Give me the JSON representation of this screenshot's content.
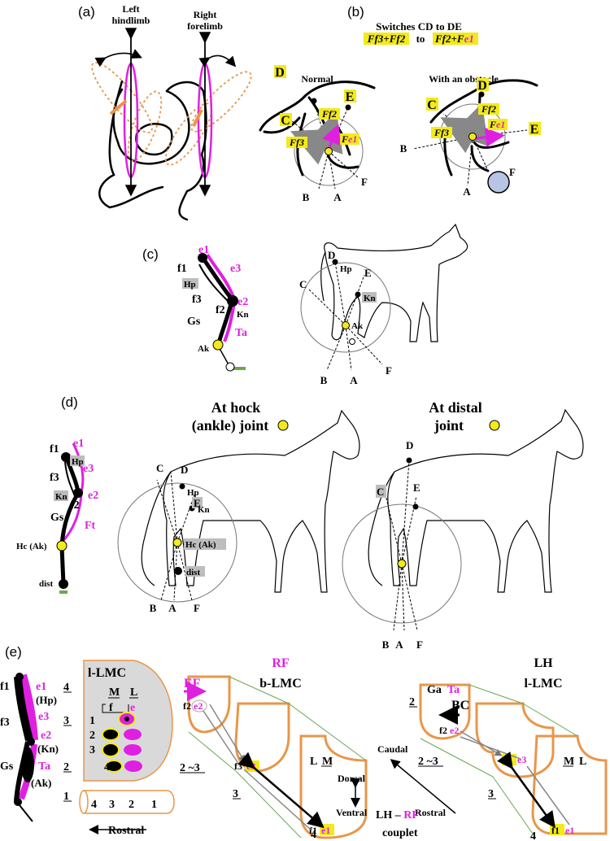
{
  "colors": {
    "magenta": "#e020e0",
    "yellow": "#f3ea1a",
    "orange": "#e8964a",
    "gray_label": "#bdbdbd",
    "green": "#6aa84f",
    "obstacle": "#b7c4e3"
  },
  "panel_a": {
    "label": "(a)",
    "left_title_1": "Left",
    "left_title_2": "hindlimb",
    "right_title_1": "Right",
    "right_title_2": "forelimb"
  },
  "panel_b": {
    "label": "(b)",
    "title": "Switches CD to DE",
    "formula_1": "Ff3+Ff2",
    "formula_to": "to",
    "formula_2a": "Ff2+F",
    "formula_2b": "e1",
    "normal": {
      "title": "Normal",
      "C": "C",
      "D": "D",
      "E": "E",
      "Ff2": "Ff2",
      "Ff3": "Ff3",
      "Fe1a": "F",
      "Fe1b": "e1",
      "A": "A",
      "B": "B",
      "F": "F"
    },
    "obstacle": {
      "title": "With an obstacle",
      "C": "C",
      "D": "D",
      "E": "E",
      "Ff2": "Ff2",
      "Ff3": "Ff3",
      "Fe1a": "F",
      "Fe1b": "e1",
      "A": "A",
      "B": "B",
      "F": "F"
    }
  },
  "panel_c": {
    "label": "(c)",
    "e1": "e1",
    "e2": "e2",
    "e3": "e3",
    "f1": "f1",
    "f3": "f3",
    "f2": "f2",
    "Hp": "Hp",
    "Kn": "Kn",
    "Gs": "Gs",
    "Ta": "Ta",
    "Ak": "Ak",
    "cat": {
      "D": "D",
      "E": "E",
      "C": "C",
      "Hp": "Hp",
      "Kn": "Kn",
      "Ak": "Ak",
      "A": "A",
      "B": "B",
      "F": "F"
    }
  },
  "panel_d": {
    "label": "(d)",
    "e1": "e1",
    "e3": "e3",
    "e2": "e2",
    "f1": "f1",
    "f3": "f3",
    "f2": "f2",
    "Hp": "Hp",
    "Kn": "Kn",
    "Gs": "Gs",
    "Ft": "Ft",
    "Hc": "Hc (Ak)",
    "dist": "dist",
    "hock_title_1": "At hock",
    "hock_title_2": "(ankle) joint",
    "distal_title_1": "At distal",
    "distal_title_2": "joint",
    "horse1": {
      "D": "D",
      "C": "C",
      "Hp": "Hp",
      "E": "E",
      "Kn": "Kn",
      "Hc": "Hc (Ak)",
      "dist": "dist",
      "B": "B",
      "A": "A",
      "F": "F"
    },
    "horse2": {
      "D": "D",
      "C": "C",
      "E": "E",
      "B": "B",
      "A": "A",
      "F": "F"
    }
  },
  "panel_e": {
    "label": "(e)",
    "f1": "f1",
    "e1": "e1",
    "Hp": "(Hp)",
    "f3": "f3",
    "e3": "e3",
    "e2": "e2",
    "Kn": "(Kn)",
    "Gs": "Gs",
    "Ta": "Ta",
    "Ak": "(Ak)",
    "n4": "4",
    "n3": "3",
    "n2": "2",
    "n1": "1",
    "lmc": {
      "title": "l-LMC",
      "M": "M",
      "L": "L",
      "f": "f",
      "e": "e",
      "r1": "1",
      "r2": "2",
      "r3": "3",
      "r4": "4"
    },
    "cyl": {
      "n4": "4",
      "n3": "3",
      "n2": "2",
      "n1": "1",
      "rostral": "Rostral"
    },
    "rf": {
      "EF": "EF",
      "title1": "RF",
      "title2": "b-LMC",
      "f2": "f2",
      "e2": "e2",
      "f3": "f3",
      "e3": "e3",
      "f1": "f1",
      "e1": "e1",
      "L": "L",
      "M": "M",
      "dorsal": "Dorsal",
      "ventral": "Ventral",
      "s23": "2 ~3",
      "s3": "3",
      "s4": "4"
    },
    "lh": {
      "Ga": "Ga",
      "Ta": "Ta",
      "BC": "BC",
      "title1": "LH",
      "title2": "l-LMC",
      "n2": "2",
      "f2": "f2",
      "e2": "e2",
      "f3": "f3",
      "e3": "e3",
      "f1": "f1",
      "e1": "e1",
      "M": "M",
      "L": "L",
      "s23": "2 ~3",
      "s3": "3",
      "s4": "4"
    },
    "caudal": "Caudal",
    "rostral": "Rostral",
    "couplet1": "LH – ",
    "couplet2": "RF",
    "couplet3": "couplet"
  }
}
